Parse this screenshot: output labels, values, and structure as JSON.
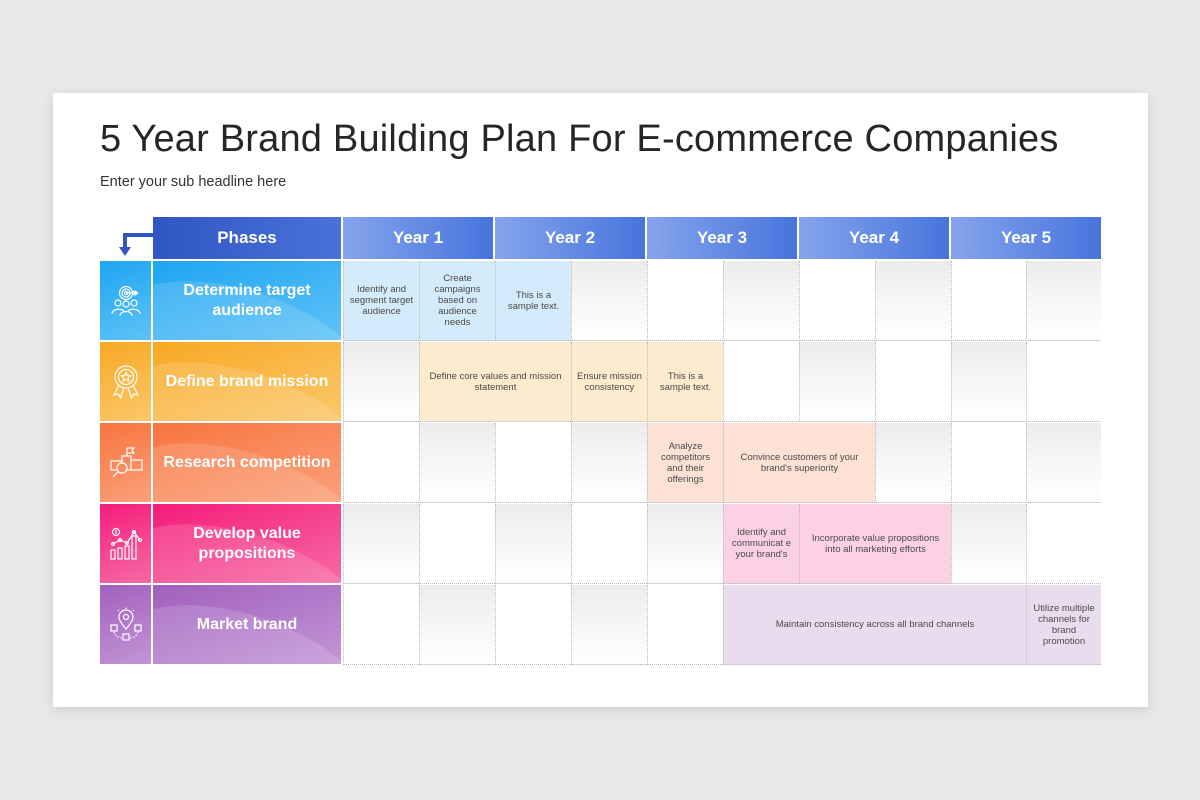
{
  "slide": {
    "title": "5 Year Brand Building Plan For E-commerce Companies",
    "subtitle": "Enter your sub headline here"
  },
  "header": {
    "phases_label": "Phases",
    "years": [
      "Year 1",
      "Year 2",
      "Year 3",
      "Year 4",
      "Year 5"
    ]
  },
  "phases": [
    {
      "label": "Determine target audience",
      "icon": "target-audience-icon",
      "color_top": "#1ea5f2",
      "color_bottom": "#5fc2f7",
      "task_color": "#d3ebfa"
    },
    {
      "label": "Define brand mission",
      "icon": "award-badge-icon",
      "color_top": "#f8a823",
      "color_bottom": "#fbc86b",
      "task_color": "#fdebcf"
    },
    {
      "label": "Research competition",
      "icon": "competition-research-icon",
      "color_top": "#f8743f",
      "color_bottom": "#fba07a",
      "task_color": "#fde1d5"
    },
    {
      "label": "Develop value propositions",
      "icon": "value-growth-chart-icon",
      "color_top": "#f51c7a",
      "color_bottom": "#f76aa5",
      "task_color": "#fbd1e3"
    },
    {
      "label": "Market brand",
      "icon": "market-location-icon",
      "color_top": "#a160bd",
      "color_bottom": "#c394d6",
      "task_color": "#eadcef"
    }
  ],
  "tasks": {
    "row0": [
      "Identify and segment target audience",
      "Create campaigns based on audience needs",
      "This is a sample text."
    ],
    "row1": [
      "Define core values and mission statement",
      "Ensure mission consistency",
      "This is a sample text."
    ],
    "row2": [
      "Analyze competitors and their offerings",
      "Convince customers  of your brand's superiority"
    ],
    "row3": [
      "Identify and communicat e your brand's",
      "Incorporate value propositions into all marketing efforts"
    ],
    "row4": [
      "Maintain consistency  across all brand channels",
      "Utilize multiple channels for brand promotion"
    ]
  },
  "colors": {
    "header_phases": "#2f56c2",
    "header_year": "#4774dc",
    "background": "#e9e8e9"
  }
}
